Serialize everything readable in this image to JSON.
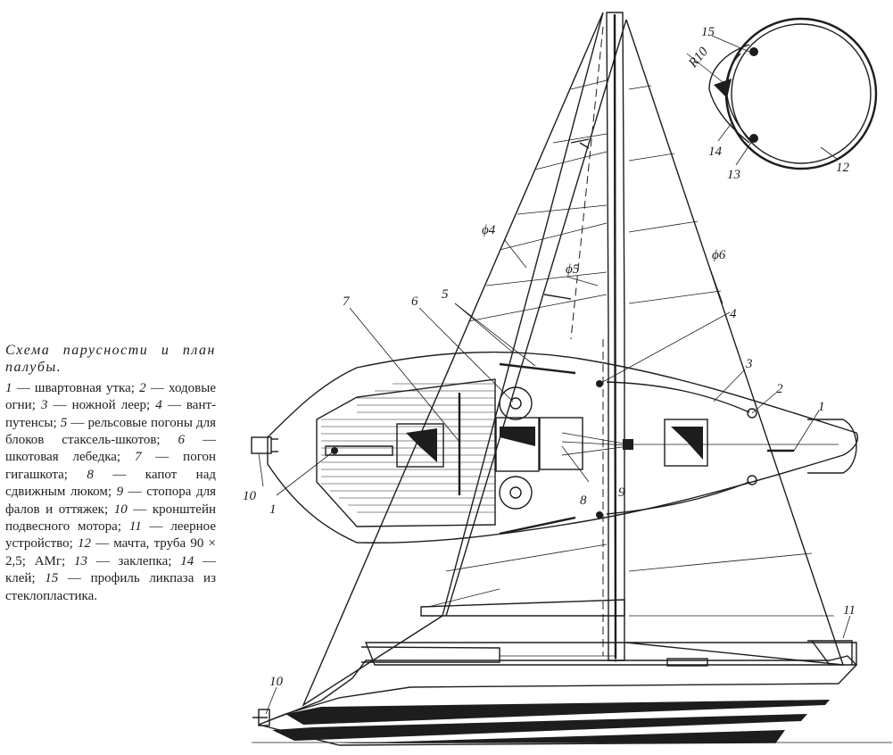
{
  "caption": {
    "title": "Схема парусности и план палубы.",
    "items": [
      {
        "n": "1",
        "text": " — швартовная утка; "
      },
      {
        "n": "2",
        "text": " — ходовые огни; "
      },
      {
        "n": "3",
        "text": " — ножной леер; "
      },
      {
        "n": "4",
        "text": " — вант-путенсы; "
      },
      {
        "n": "5",
        "text": " — рельсовые погоны для блоков стаксель-шкотов; "
      },
      {
        "n": "6",
        "text": " — шкотовая лебедка; "
      },
      {
        "n": "7",
        "text": " — погон гигашкота; "
      },
      {
        "n": "8",
        "text": " — капот над сдвижным люком; "
      },
      {
        "n": "9",
        "text": " — стопора для фалов и оттяжек; "
      },
      {
        "n": "10",
        "text": " — кронштейн подвесного мотора; "
      },
      {
        "n": "11",
        "text": " — леерное устройство; "
      },
      {
        "n": "12",
        "text": " — мачта, труба 90 × 2,5; АМг; "
      },
      {
        "n": "13",
        "text": " — заклепка; "
      },
      {
        "n": "14",
        "text": " — клей; "
      },
      {
        "n": "15",
        "text": " — профиль ликпаза из стеклопластика."
      }
    ]
  },
  "labels": {
    "d4": "ϕ4",
    "d5": "ϕ5",
    "d6": "ϕ6",
    "r10": "R10",
    "n1a": "1",
    "n1b": "1",
    "n2": "2",
    "n3": "3",
    "n4": "4",
    "n5": "5",
    "n6": "6",
    "n7": "7",
    "n8": "8",
    "n9": "9",
    "n10a": "10",
    "n10b": "10",
    "n11": "11",
    "n12": "12",
    "n13": "13",
    "n14": "14",
    "n15": "15"
  }
}
